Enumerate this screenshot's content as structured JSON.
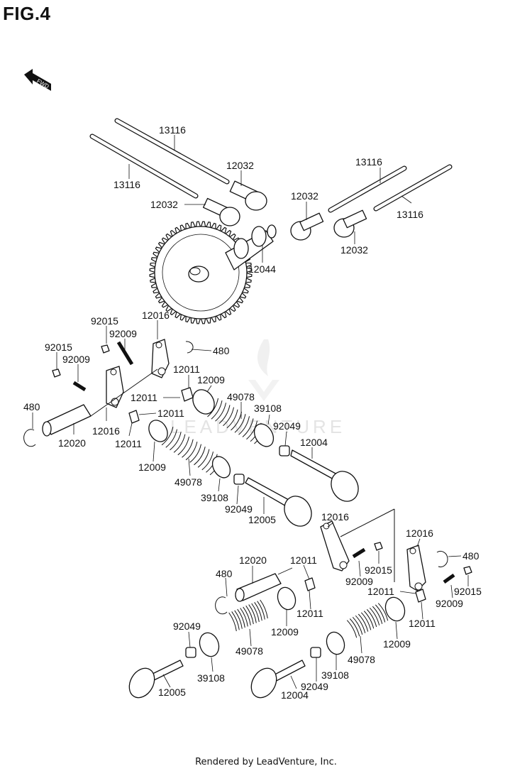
{
  "title": "FIG.4",
  "footer": "Rendered by LeadVenture, Inc.",
  "fwd_label": "FWD",
  "watermark": "LEADVENTURE",
  "labels": {
    "l01": "13116",
    "l02": "13116",
    "l03": "12032",
    "l04": "12032",
    "l05": "12032",
    "l06": "13116",
    "l07": "13116",
    "l08": "12032",
    "l09": "12044",
    "l10": "92015",
    "l11": "12016",
    "l12": "92009",
    "l13": "480",
    "l14": "92015",
    "l15": "92009",
    "l16": "12011",
    "l17": "12009",
    "l18": "12011",
    "l19": "49078",
    "l20": "39108",
    "l21": "480",
    "l22": "12011",
    "l23": "92049",
    "l24": "12004",
    "l25": "12016",
    "l26": "12011",
    "l27": "12020",
    "l28": "12009",
    "l29": "49078",
    "l30": "39108",
    "l31": "92049",
    "l32": "12005",
    "l33": "12016",
    "l34": "12016",
    "l35": "12020",
    "l36": "12011",
    "l37": "480",
    "l38": "92015",
    "l39": "480",
    "l40": "92009",
    "l41": "12011",
    "l42": "92015",
    "l43": "12011",
    "l44": "92009",
    "l45": "12011",
    "l46": "12009",
    "l47": "92049",
    "l48": "49078",
    "l49": "12009",
    "l50": "49078",
    "l51": "39108",
    "l52": "39108",
    "l53": "92049",
    "l54": "12005",
    "l55": "12004"
  }
}
